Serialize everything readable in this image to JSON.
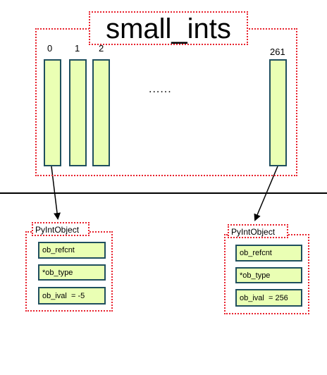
{
  "title": "small_ints",
  "indices": {
    "first": "0",
    "second": "1",
    "third": "2",
    "last": "261"
  },
  "ellipsis": "......",
  "left_object": {
    "label": "PyIntObject",
    "fields": [
      "ob_refcnt",
      "*ob_type",
      "ob_ival  = -5"
    ]
  },
  "right_object": {
    "label": "PyIntObject",
    "fields": [
      "ob_refcnt",
      "*ob_type",
      "ob_ival  = 256"
    ]
  },
  "colors": {
    "dotted_border": "#e8222d",
    "cell_fill": "#eaffb4",
    "cell_border": "#1f4f5e",
    "line": "#000000"
  }
}
